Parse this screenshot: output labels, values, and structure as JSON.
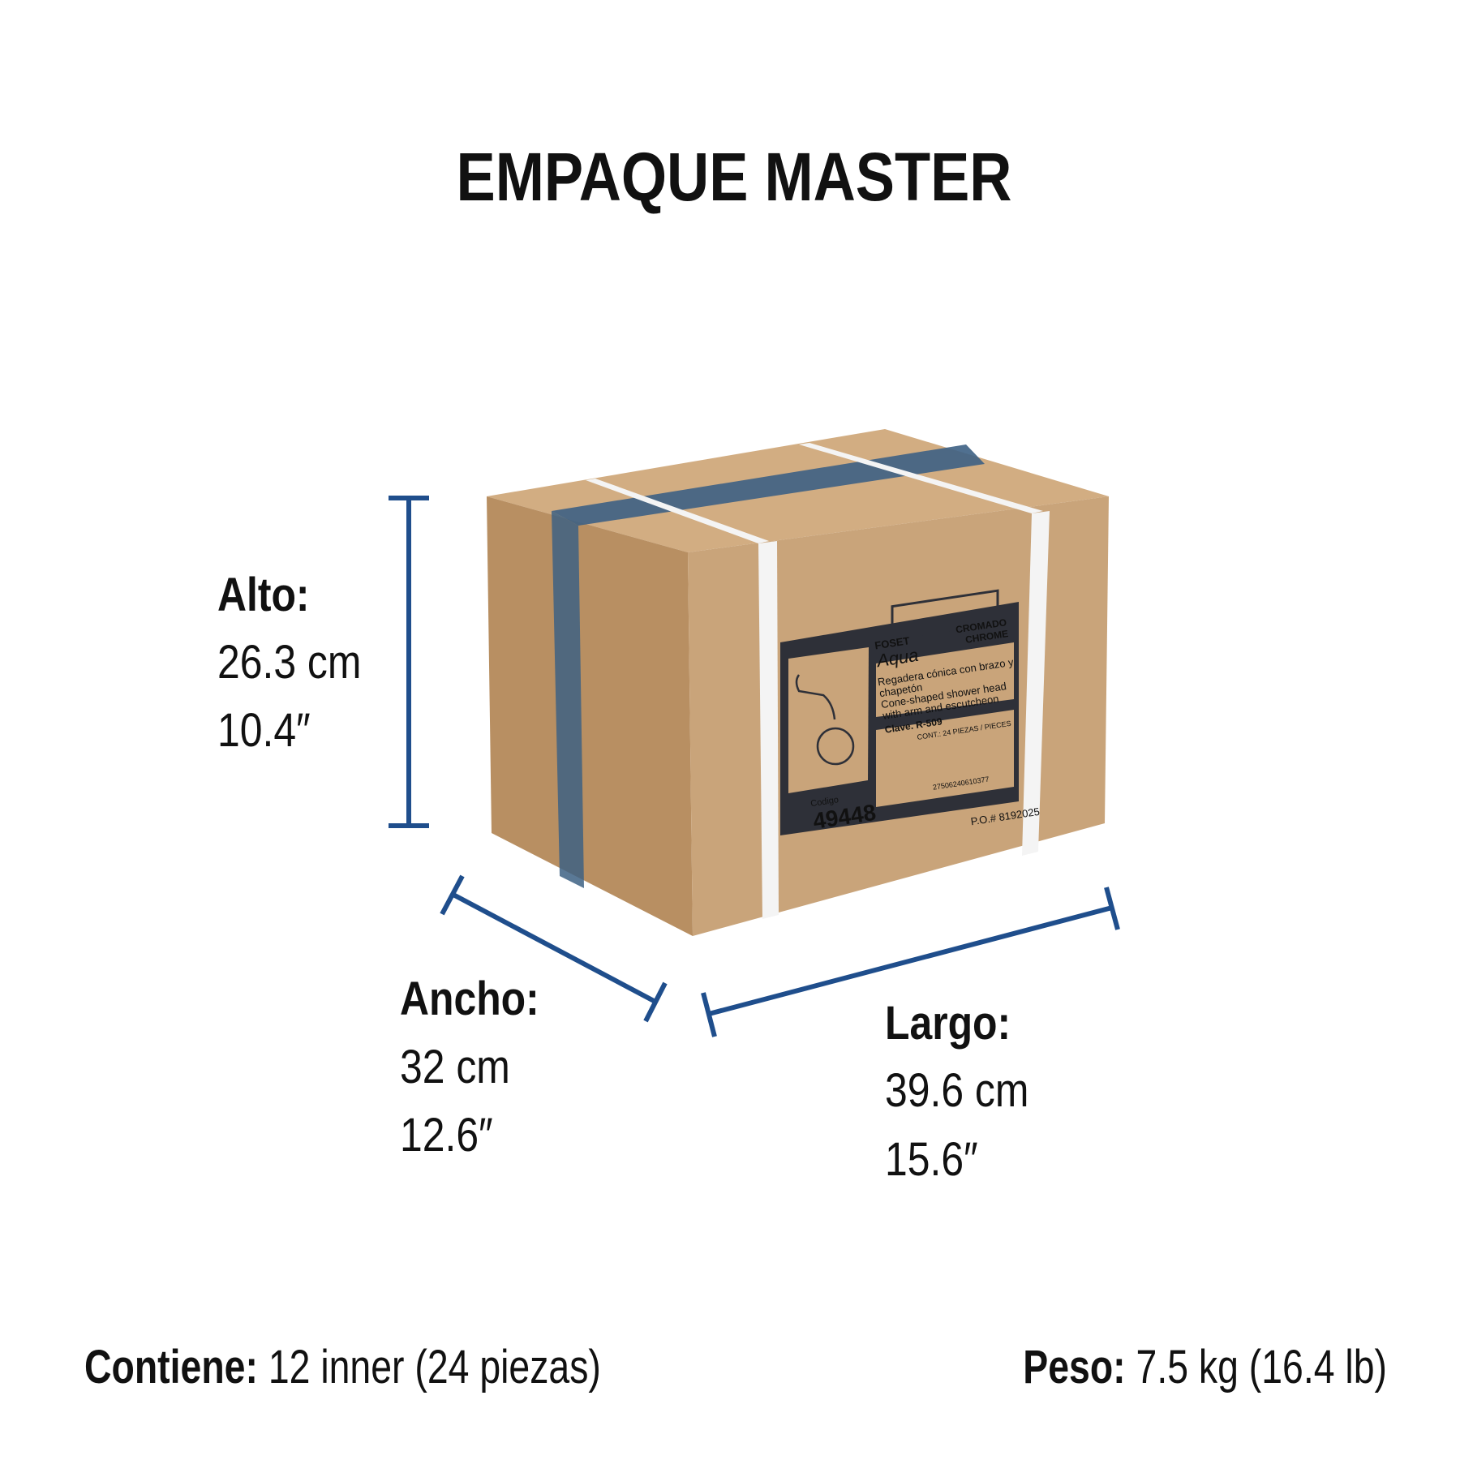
{
  "title": "EMPAQUE MASTER",
  "colors": {
    "dimension_line": "#1f4e8c",
    "cardboard": "#c9a47a",
    "tape": "#3d6184",
    "label_ink": "#2e3038"
  },
  "dimensions": {
    "alto": {
      "label": "Alto:",
      "metric": "26.3 cm",
      "imperial": "10.4″"
    },
    "ancho": {
      "label": "Ancho:",
      "metric": "32 cm",
      "imperial": "12.6″"
    },
    "largo": {
      "label": "Largo:",
      "metric": "39.6 cm",
      "imperial": "15.6″"
    }
  },
  "footer": {
    "contiene_label": "Contiene:",
    "contiene_value": "12 inner (24 piezas)",
    "peso_label": "Peso:",
    "peso_value": "7.5 kg (16.4 lb)"
  },
  "box_label": {
    "brand": "FOSET",
    "line": "Aqua",
    "finish_es": "CROMADO",
    "finish_en": "CHROME",
    "desc_es_1": "Regadera cónica con brazo y",
    "desc_es_2": "chapetón",
    "desc_en_1": "Cone-shaped shower head",
    "desc_en_2": "with arm and escutcheon",
    "clave": "Clave. R-509",
    "cont": "CONT.: 24 PIEZAS / PIECES",
    "barcode": "27506240610377",
    "codigo_label": "Codigo",
    "codigo": "49448",
    "po": "P.O.# 8192025"
  }
}
